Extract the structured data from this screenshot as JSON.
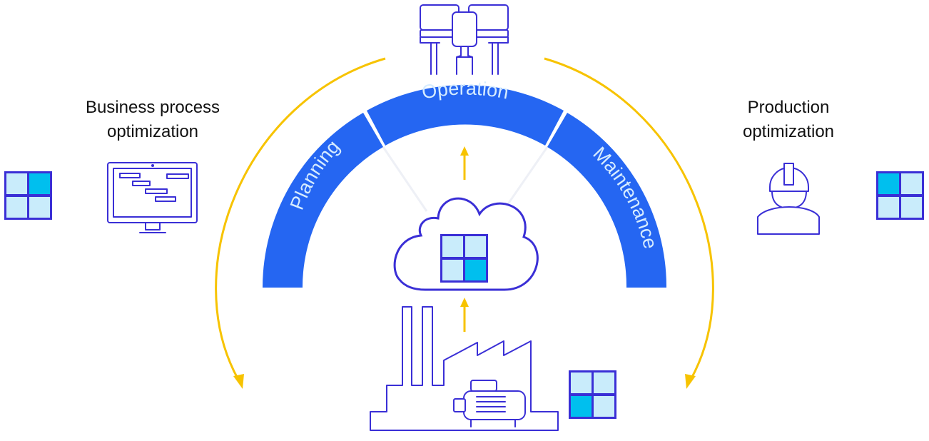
{
  "left_caption": {
    "line1": "Business process",
    "line2": "optimization"
  },
  "right_caption": {
    "line1": "Production",
    "line2": "optimization"
  },
  "arc_segments": [
    {
      "id": "planning",
      "label": "Planning"
    },
    {
      "id": "operation",
      "label": "Operation"
    },
    {
      "id": "maintenance",
      "label": "Maintenance"
    }
  ],
  "colors": {
    "arc_blue": "#2566f2",
    "arrow_yellow": "#f7c300",
    "line_purple": "#3a2fd6",
    "tile_light": "#c9ecfb",
    "tile_accent": "#00bfee"
  },
  "icons": [
    "conveyor-robot-icon",
    "gantt-monitor-icon",
    "worker-hardhat-icon",
    "cloud-icon",
    "factory-motor-icon",
    "app-grid-icon"
  ]
}
